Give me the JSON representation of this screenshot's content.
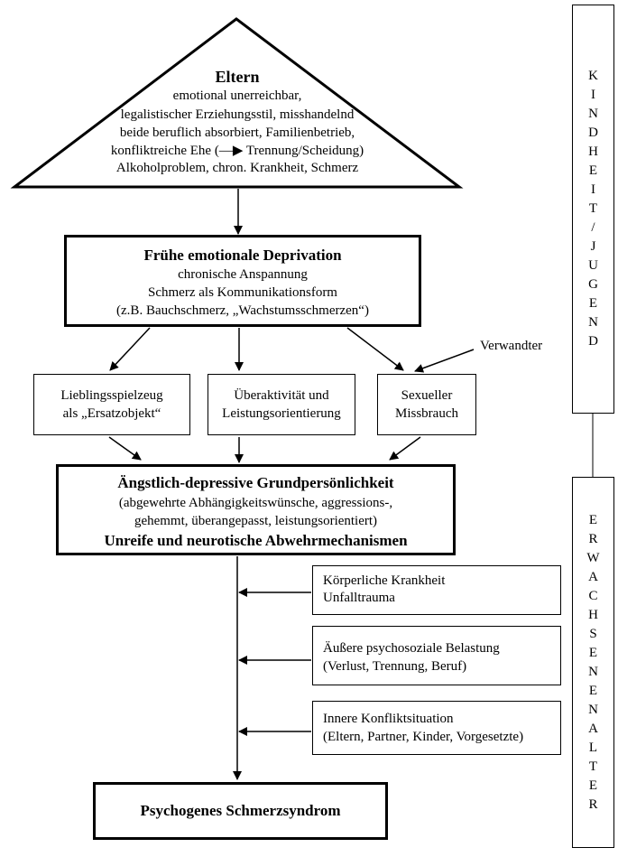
{
  "parents": {
    "title": "Eltern",
    "lines": [
      "emotional unerreichbar,",
      "legalistischer Erziehungsstil, misshandelnd",
      "beide beruflich absorbiert, Familienbetrieb,",
      "konfliktreiche Ehe (—▶ Trennung/Scheidung)",
      "Alkoholproblem, chron. Krankheit, Schmerz"
    ]
  },
  "deprivation": {
    "title": "Frühe emotionale Deprivation",
    "lines": [
      "chronische Anspannung",
      "Schmerz als Kommunikationsform",
      "(z.B. Bauchschmerz, „Wachstumsschmerzen“)"
    ]
  },
  "relative_label": "Verwandter",
  "middle": {
    "left": [
      "Lieblingsspielzeug",
      "als „Ersatzobjekt“"
    ],
    "center": [
      "Überaktivität und",
      "Leistungsorientierung"
    ],
    "right": [
      "Sexueller",
      "Missbrauch"
    ]
  },
  "personality": {
    "title": "Ängstlich-depressive Grundpersönlichkeit",
    "lines": [
      "(abgewehrte Abhängigkeitswünsche, aggressions-,",
      "gehemmt, überangepasst, leistungsorientiert)"
    ],
    "subtitle": "Unreife und neurotische Abwehrmechanismen"
  },
  "factors": [
    [
      "Körperliche Krankheit",
      "Unfalltrauma"
    ],
    [
      "Äußere psychosoziale Belastung",
      "(Verlust, Trennung, Beruf)"
    ],
    [
      "Innere Konfliktsituation",
      "(Eltern, Partner, Kinder, Vorgesetzte)"
    ]
  ],
  "outcome": "Psychogenes Schmerzsyndrom",
  "sidebar": {
    "childhood": [
      "K",
      "I",
      "N",
      "D",
      "H",
      "E",
      "I",
      "T",
      "/",
      "J",
      "U",
      "G",
      "E",
      "N",
      "D"
    ],
    "adulthood": [
      "E",
      "R",
      "W",
      "A",
      "C",
      "H",
      "S",
      "E",
      "N",
      "E",
      "N",
      "A",
      "L",
      "T",
      "E",
      "R"
    ]
  }
}
